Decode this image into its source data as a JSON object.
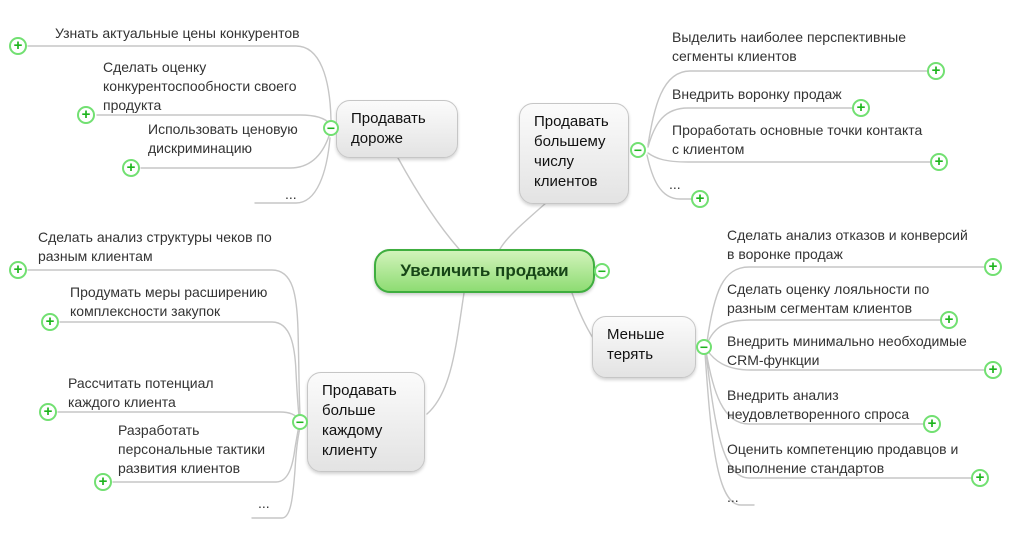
{
  "colors": {
    "background": "#ffffff",
    "connector": "#c6c6c6",
    "node_fill_top": "#fbfbfb",
    "node_fill_bottom": "#e3e3e3",
    "node_border": "#c6c6c6",
    "node_text": "#111111",
    "leaf_text": "#333333",
    "root_fill_top": "#d2f3bb",
    "root_fill_bottom": "#8edc73",
    "root_border": "#3fae3f",
    "root_text": "#174517",
    "icon_ring": "#72e072",
    "icon_glyph": "#1db41d"
  },
  "icons": {
    "plus": "+",
    "minus": "−"
  },
  "mindmap": {
    "root": {
      "label": "Увеличить продажи"
    },
    "branches": [
      {
        "label": "Продавать\nдороже",
        "children": [
          {
            "label": "Узнать актуальные цены конкурентов"
          },
          {
            "label": "Сделать оценку\nконкурентоспообности своего\nпродукта"
          },
          {
            "label": "Использовать ценовую\nдискриминацию"
          },
          {
            "label": "..."
          }
        ]
      },
      {
        "label": "Продавать\nбольшему\nчислу\nклиентов",
        "children": [
          {
            "label": "Выделить наиболее перспективные\nсегменты клиентов"
          },
          {
            "label": "Внедрить воронку продаж"
          },
          {
            "label": "Проработать основные точки контакта\nс клиентом"
          },
          {
            "label": "..."
          }
        ]
      },
      {
        "label": "Меньше\nтерять",
        "children": [
          {
            "label": "Сделать анализ отказов и конверсий\nв воронке продаж"
          },
          {
            "label": "Сделать оценку лояльности по\nразным сегментам клиентов"
          },
          {
            "label": "Внедрить минимально необходимые\nCRM-функции"
          },
          {
            "label": "Внедрить анализ\nнеудовлетворенного спроса"
          },
          {
            "label": "Оценить компетенцию продавцов и\nвыполнение стандартов"
          },
          {
            "label": "..."
          }
        ]
      },
      {
        "label": "Продавать\nбольше\nкаждому\nклиенту",
        "children": [
          {
            "label": "Сделать анализ структуры чеков по\nразным клиентам"
          },
          {
            "label": "Продумать меры расширению\nкомплексности закупок"
          },
          {
            "label": "Рассчитать потенциал\nкаждого клиента"
          },
          {
            "label": "Разработать\nперсональные тактики\nразвития клиентов"
          },
          {
            "label": "..."
          }
        ]
      }
    ]
  }
}
